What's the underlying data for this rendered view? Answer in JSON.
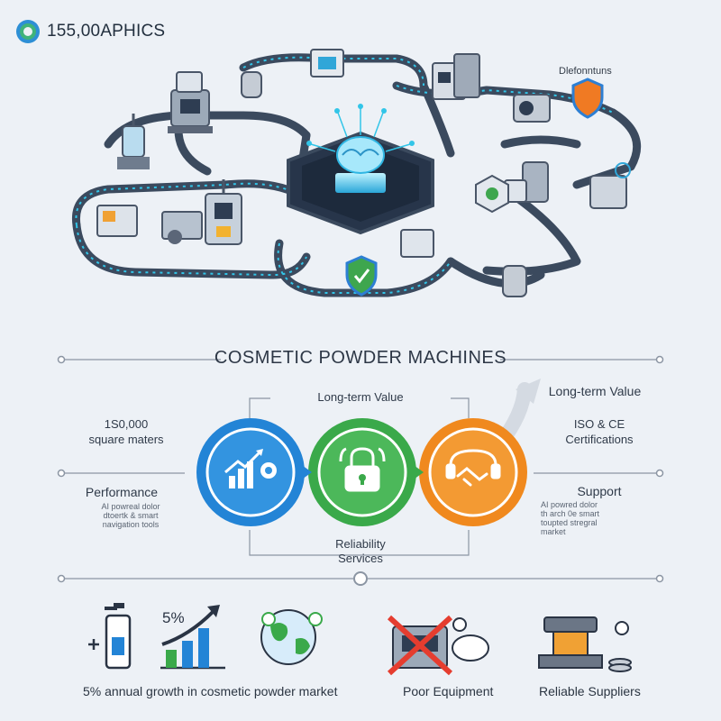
{
  "brand": {
    "logo_text": "155,00APHICS"
  },
  "network": {
    "top_right_label": "Dlefonntuns"
  },
  "title": "COSMETIC POWDER MACHINES",
  "center": {
    "top_label": "Long-term Value",
    "bottom_label_line1": "Reliability",
    "bottom_label_line2": "Services"
  },
  "left": {
    "stat_line1": "1S0,000",
    "stat_line2": "square maters",
    "heading": "Performance",
    "desc_line1": "AI powreal dolor",
    "desc_line2": "dtoertk & smart",
    "desc_line3": "navigation tools"
  },
  "right": {
    "arrow_label": "Long-term Value",
    "cert_line1": "ISO & CE",
    "cert_line2": "Certifications",
    "heading": "Support",
    "desc_line1": "AI powred dolor",
    "desc_line2": "th arch 0e smart",
    "desc_line3": "toupted stregral",
    "desc_line4": "market"
  },
  "bottom": {
    "growth_pct": "5%",
    "growth_text": "5% annual growth in cosmetic powder market",
    "poor_label": "Poor Equipment",
    "reliable_label": "Reliable Suppliers"
  },
  "colors": {
    "blue": "#2384d6",
    "green": "#3aa94a",
    "orange": "#f0891e",
    "track": "#3b4a5e",
    "accent_cyan": "#32c5e8"
  }
}
